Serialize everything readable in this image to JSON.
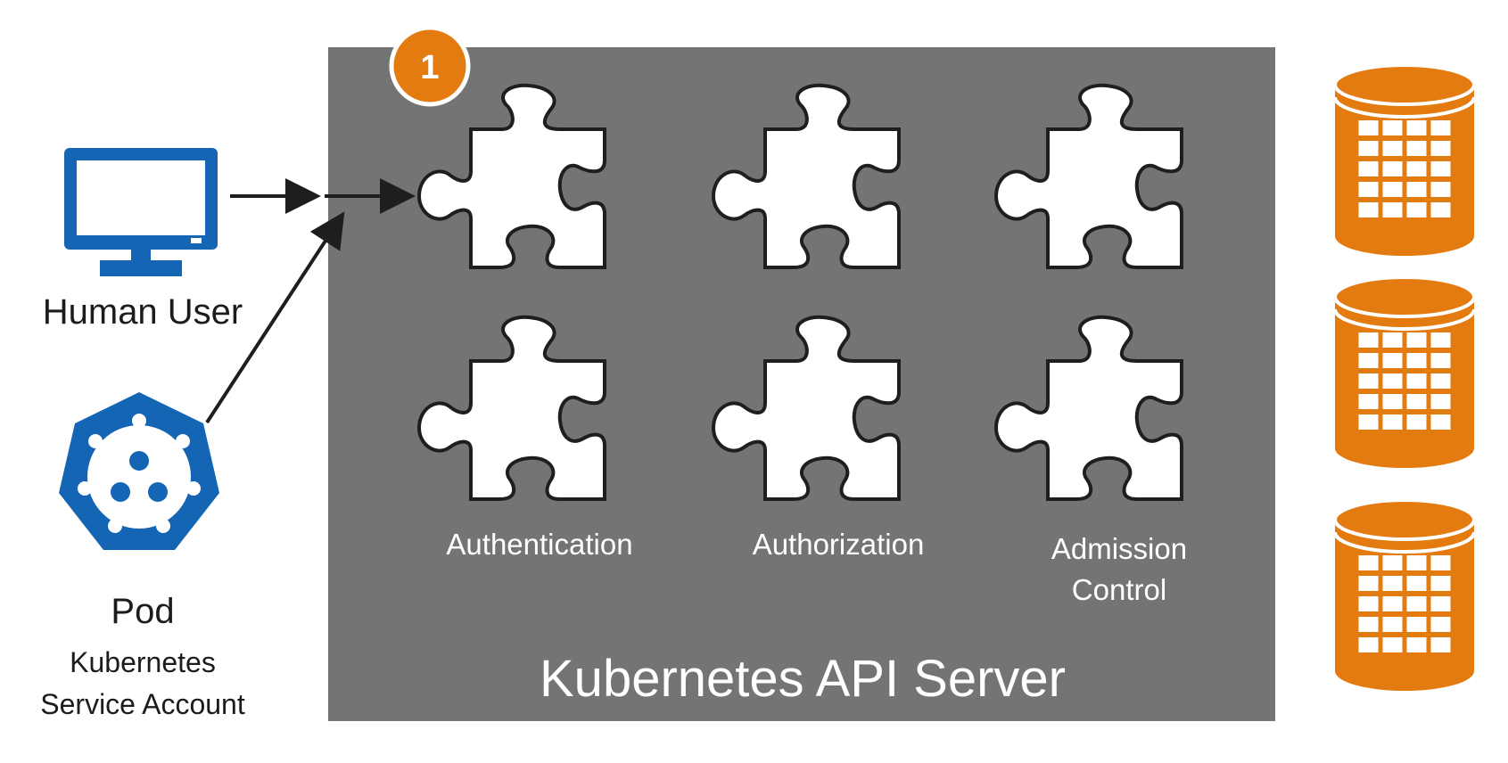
{
  "actors": {
    "human_user": {
      "label": "Human User",
      "icon": "monitor-icon"
    },
    "pod": {
      "label": "Pod",
      "sublabel_line1": "Kubernetes",
      "sublabel_line2": "Service Account",
      "icon": "kubernetes-icon"
    }
  },
  "api_server": {
    "title": "Kubernetes API Server",
    "step_badge": "1",
    "stages": [
      {
        "label": "Authentication"
      },
      {
        "label": "Authorization"
      },
      {
        "label_line1": "Admission",
        "label_line2": "Control"
      }
    ]
  },
  "datastores": {
    "count": 3,
    "icon": "database-icon"
  },
  "colors": {
    "server_bg": "#737475",
    "accent_orange": "#e37b10",
    "k8s_blue": "#1565b5",
    "piece_fill": "#ffffff",
    "piece_stroke": "#1e1e1e",
    "arrow": "#1e1e1e"
  }
}
